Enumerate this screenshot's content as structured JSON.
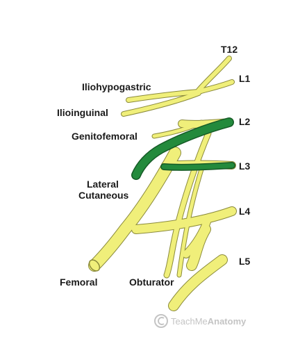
{
  "colors": {
    "nerve_fill": "#f0ef7a",
    "nerve_outline": "#8a8a3a",
    "highlight_fill": "#238a3c",
    "highlight_outline": "#155a26",
    "label_text": "#1a1a1a",
    "watermark": "#c4c4c4"
  },
  "highlighted_nerve": "Lateral Cutaneous",
  "labels": {
    "t12": "T12",
    "l1": "L1",
    "l2": "L2",
    "l3": "L3",
    "l4": "L4",
    "l5": "L5",
    "iliohypogastric": "Iliohypogastric",
    "ilioinguinal": "Ilioinguinal",
    "genitofemoral": "Genitofemoral",
    "lateral_cutaneous_line1": "Lateral",
    "lateral_cutaneous_line2": "Cutaneous",
    "femoral": "Femoral",
    "obturator": "Obturator"
  },
  "watermark": {
    "icon": "copyright-c-icon",
    "text_light": "TeachMe",
    "text_bold": "Anatomy"
  }
}
